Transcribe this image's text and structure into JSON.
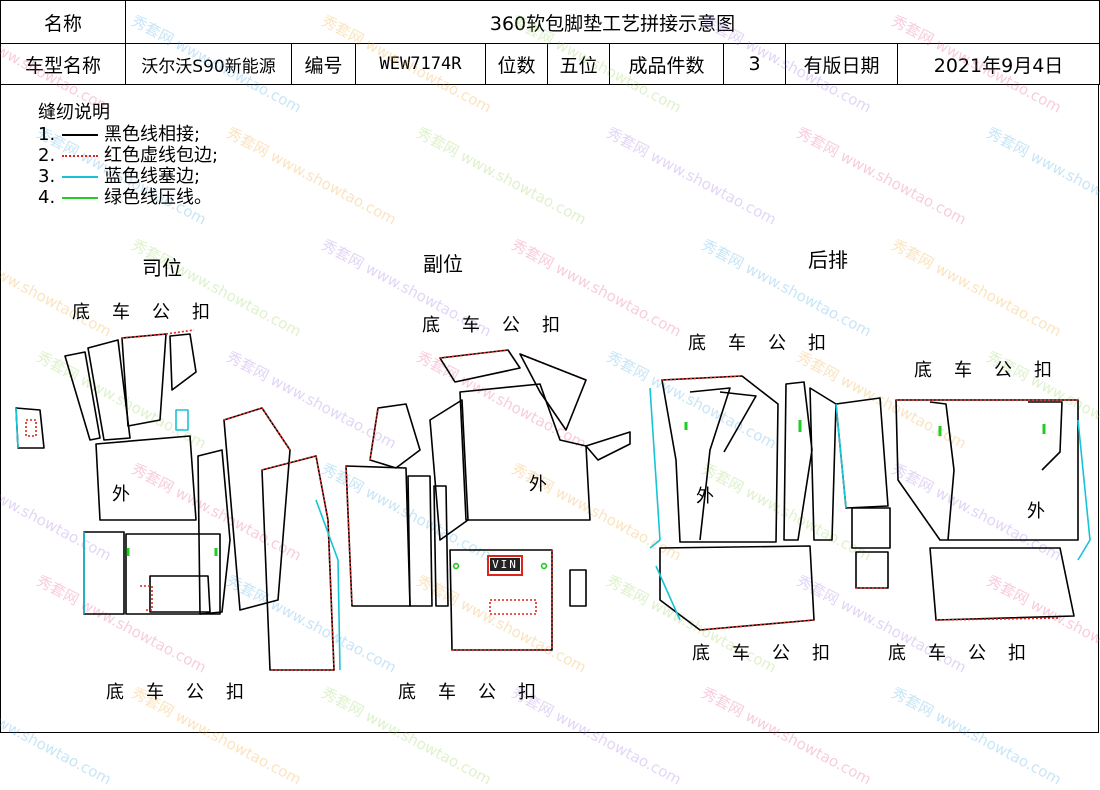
{
  "header": {
    "name_label": "名称",
    "title": "360软包脚垫工艺拼接示意图",
    "model_label": "车型名称",
    "model_value": "沃尔沃S90新能源",
    "code_label": "编号",
    "code_value": "WEW7174R",
    "seats_label": "位数",
    "seats_value": "五位",
    "count_label": "成品件数",
    "count_value": "3",
    "date_label": "有版日期",
    "date_value": "2021年9月4日"
  },
  "legend": {
    "title": "缝纫说明",
    "items": [
      {
        "num": "1.",
        "text": "黑色线相接;",
        "color": "#000000",
        "style": "solid"
      },
      {
        "num": "2.",
        "text": "红色虚线包边;",
        "color": "#e0241b",
        "style": "dotted"
      },
      {
        "num": "3.",
        "text": "蓝色线塞边;",
        "color": "#19c3d6",
        "style": "solid"
      },
      {
        "num": "4.",
        "text": "绿色线压线。",
        "color": "#22cc22",
        "style": "solid"
      }
    ]
  },
  "sections": {
    "driver": "司位",
    "passenger": "副位",
    "rear": "后排"
  },
  "bottom_label": "底车公扣",
  "outer_label": "外",
  "vin_label": "VIN",
  "watermark": {
    "cn": "秀套网",
    "url": "www.showtao.com"
  },
  "colors": {
    "black": "#000000",
    "red": "#e0241b",
    "blue": "#19c3d6",
    "green": "#22cc22"
  }
}
